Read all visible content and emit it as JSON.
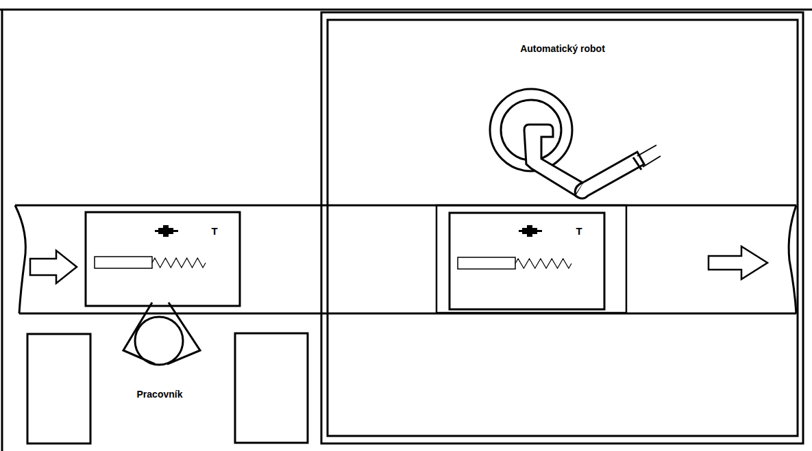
{
  "diagram": {
    "nodes": [
      {
        "text": [
          "Automatický robot"
        ]
      },
      {
        "text": [
          "Pracovník"
        ]
      }
    ],
    "labels": [
      "T",
      "T"
    ]
  }
}
